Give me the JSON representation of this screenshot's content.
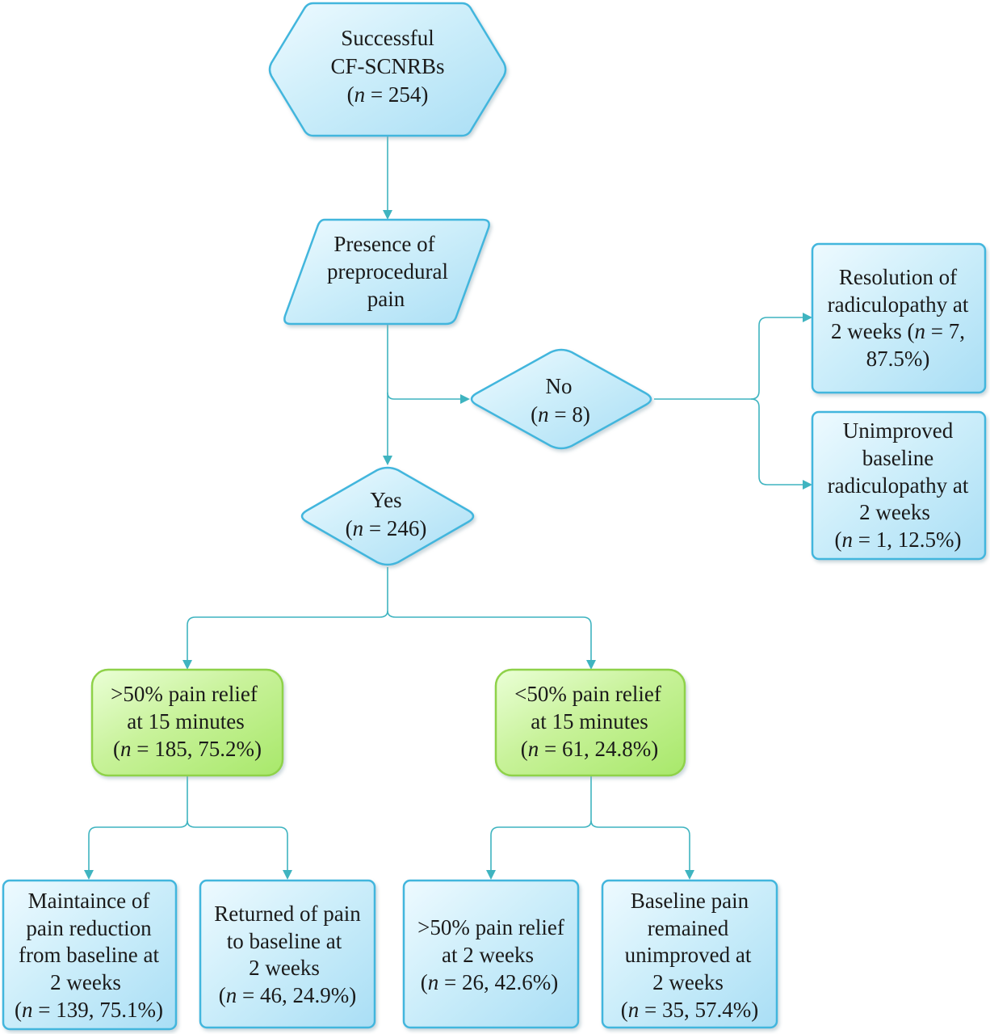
{
  "nodes": {
    "start": {
      "lines": [
        "Successful",
        "CF-SCNRBs"
      ],
      "n": "254"
    },
    "presence": {
      "lines": [
        "Presence of",
        "preprocedural",
        "pain"
      ]
    },
    "no": {
      "label": "No",
      "n": "8"
    },
    "yes": {
      "label": "Yes",
      "n": "246"
    },
    "resolution": {
      "lines": [
        "Resolution of",
        "radiculopathy at",
        "2 weeks ("
      ],
      "n_value": "7,",
      "last": "87.5%)"
    },
    "unimproved_radic": {
      "lines": [
        "Unimproved",
        "baseline",
        "radiculopathy at",
        "2 weeks"
      ],
      "n_value": "1, 12.5%)"
    },
    "relief_gt50_15": {
      "lines": [
        ">50% pain relief",
        "at 15 minutes"
      ],
      "n_value": "185, 75.2%)"
    },
    "relief_lt50_15": {
      "lines": [
        "<50% pain relief",
        "at 15 minutes"
      ],
      "n_value": "61, 24.8%)"
    },
    "maintaince": {
      "lines": [
        "Maintaince of",
        "pain reduction",
        "from baseline at",
        "2 weeks"
      ],
      "n_value": "139, 75.1%)"
    },
    "returned": {
      "lines": [
        "Returned of pain",
        "to baseline at",
        "2 weeks"
      ],
      "n_value": "46, 24.9%)"
    },
    "relief_gt50_2w": {
      "lines": [
        ">50% pain relief",
        "at 2 weeks"
      ],
      "n_value": "26, 42.6%)"
    },
    "baseline_unimproved": {
      "lines": [
        "Baseline pain",
        "remained",
        "unimproved at",
        "2 weeks"
      ],
      "n_value": "35, 57.4%)"
    }
  },
  "symbols": {
    "n": "n",
    "eq": " = ",
    "open": "(",
    "close": ")"
  },
  "colors": {
    "blue_fill": "#cdeefa",
    "blue_stroke": "#43b6dd",
    "green_fill": "#c8f29a",
    "green_stroke": "#8fd24a",
    "connector": "#3fb4c0"
  }
}
